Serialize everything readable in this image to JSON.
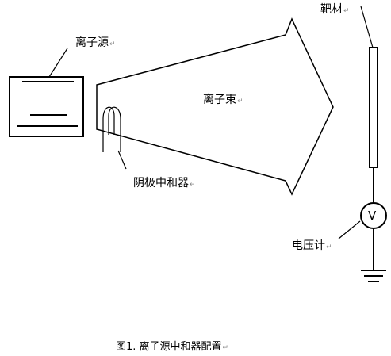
{
  "labels": {
    "ion_source": "离子源",
    "ion_beam": "离子束",
    "cathode_neutralizer": "阴极中和器",
    "target": "靶材",
    "voltmeter": "电压计",
    "voltmeter_symbol": "V"
  },
  "caption": "图1. 离子源中和器配置",
  "paragraph_mark": "↵"
}
